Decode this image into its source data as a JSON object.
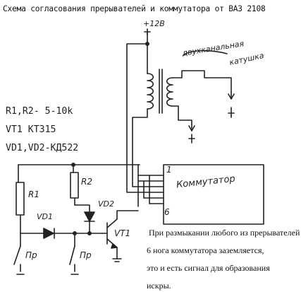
{
  "title": "Схема согласования прерывателей и коммутатора от ВАЗ 2108",
  "supply_label": "+12В",
  "coil_label_line1": "двухканальная",
  "coil_label_line2": "катушка",
  "specs": [
    "R1,R2- 5-10k",
    "VT1 KT315",
    "VD1,VD2-КД522"
  ],
  "components": {
    "r1": "R1",
    "r2": "R2",
    "vd1": "VD1",
    "vd2": "VD2",
    "vt1": "VT1",
    "switch1": "Пр",
    "switch2": "Пр"
  },
  "commutator": {
    "label": "Коммутатор",
    "pin_top": "1",
    "pin_bottom": "6"
  },
  "note_lines": [
    "При размыкании любого из прерывателей",
    "6 нога коммутатора заземляется,",
    "это и есть сигнал для образования",
    "искры."
  ]
}
